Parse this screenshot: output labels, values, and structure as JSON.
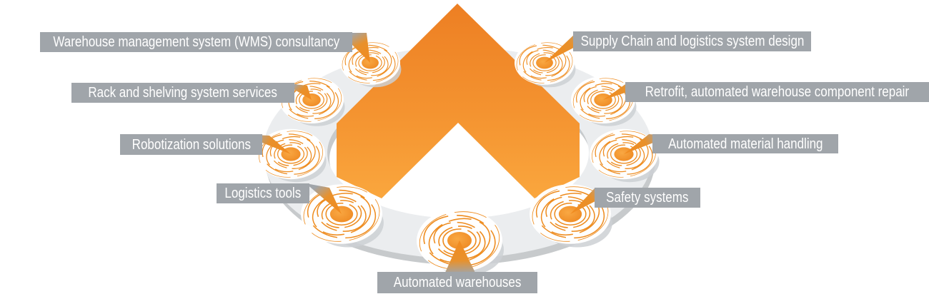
{
  "diagram": {
    "type": "ring-of-services-infographic",
    "center_logo": "orange-chevron-arrow-logo",
    "node_icon": "concentric-rings-target-icon"
  },
  "colors": {
    "accent_orange": "#F28A1E",
    "arrow_gradient_top": "#ED7F23",
    "arrow_gradient_bottom": "#FAA73E",
    "label_background": "#A0A5AA",
    "label_text": "#FFFFFF",
    "ring_gray": "#EBEDEF",
    "ring_shadow_gray": "#C7CACC",
    "node_ring_orange": "#EE8C1F"
  },
  "services": [
    {
      "id": "wms-consultancy",
      "label": "Warehouse management system (WMS) consultancy",
      "side": "left"
    },
    {
      "id": "rack-shelving",
      "label": "Rack and shelving system services",
      "side": "left"
    },
    {
      "id": "robotization",
      "label": "Robotization solutions",
      "side": "left"
    },
    {
      "id": "logistics-tools",
      "label": "Logistics tools",
      "side": "left"
    },
    {
      "id": "automated-warehouses",
      "label": "Automated warehouses",
      "side": "bottom"
    },
    {
      "id": "supply-chain-design",
      "label": "Supply Chain and logistics system design",
      "side": "right"
    },
    {
      "id": "retrofit-repair",
      "label": "Retrofit, automated warehouse component repair",
      "side": "right"
    },
    {
      "id": "material-handling",
      "label": "Automated material handling",
      "side": "right"
    },
    {
      "id": "safety-systems",
      "label": "Safety systems",
      "side": "right"
    }
  ]
}
